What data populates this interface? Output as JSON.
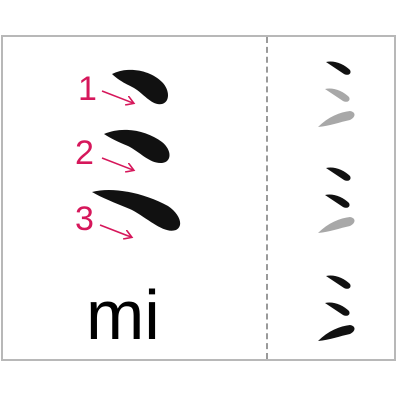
{
  "character": {
    "romaji": "mi"
  },
  "stroke_order": {
    "numbers": [
      "1",
      "2",
      "3"
    ]
  },
  "colors": {
    "stroke_ink": "#111111",
    "stroke_pending": "#a8a8a8",
    "annotation": "#d6175b",
    "border": "#b8b8b8",
    "divider": "#9a9a9a"
  },
  "animation_frames": [
    {
      "frame": 1,
      "strokes": [
        "ink",
        "pending",
        "pending"
      ]
    },
    {
      "frame": 2,
      "strokes": [
        "ink",
        "ink",
        "pending"
      ]
    },
    {
      "frame": 3,
      "strokes": [
        "ink",
        "ink",
        "ink"
      ]
    }
  ]
}
